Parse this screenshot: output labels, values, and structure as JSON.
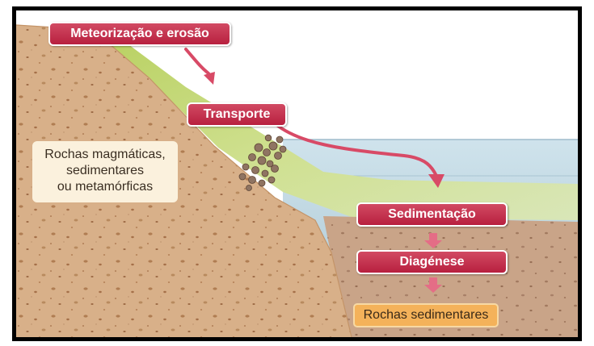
{
  "steps": {
    "weathering": "Meteorização e erosão",
    "transport": "Transporte",
    "sedimentation": "Sedimentação",
    "diagenesis": "Diagénese"
  },
  "source_rocks": {
    "line1": "Rochas magmáticas,",
    "line2": "sedimentares",
    "line3": "ou metamórficas"
  },
  "result": "Rochas sedimentares",
  "colors": {
    "label_fill": "#c2304d",
    "ground": "#d9b38c",
    "water": "#c9dde8",
    "sediment_green": "#c9dc8a",
    "result_fill": "#f4b25a"
  }
}
